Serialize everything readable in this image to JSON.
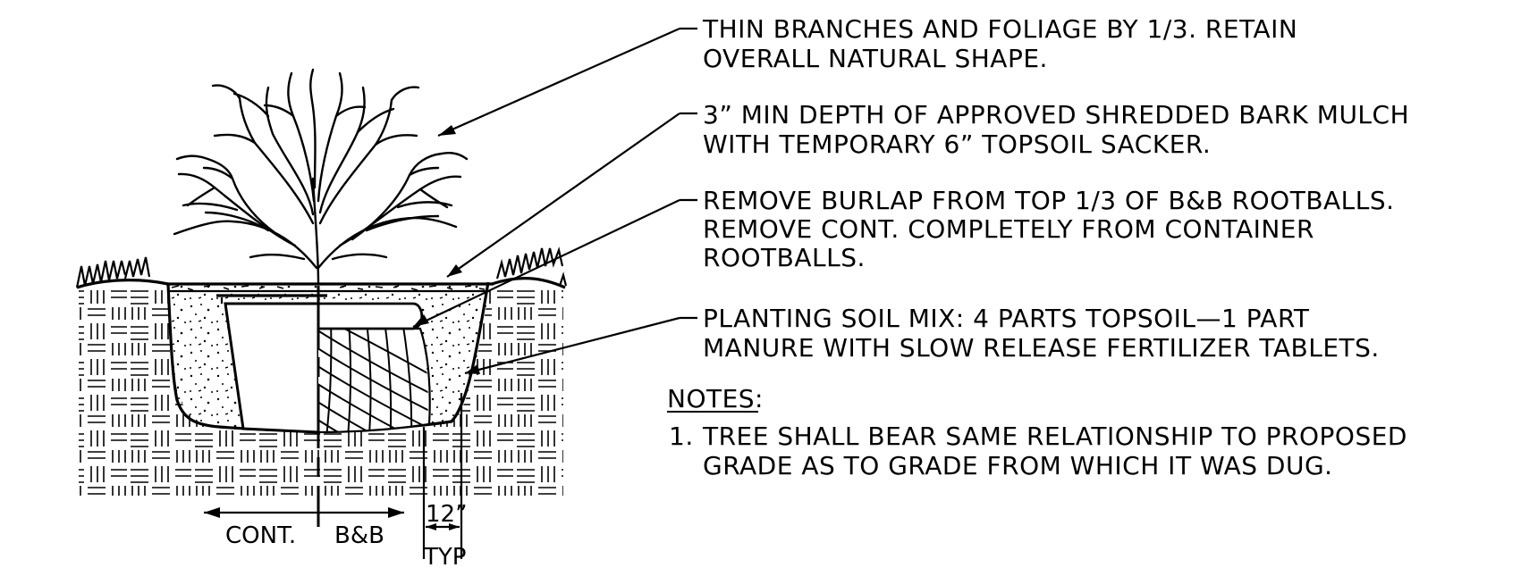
{
  "callouts": [
    {
      "line1": "THIN BRANCHES AND FOLIAGE BY 1/3. RETAIN",
      "line2": "OVERALL NATURAL SHAPE.",
      "line3": ""
    },
    {
      "line1": "3” MIN DEPTH OF APPROVED SHREDDED BARK MULCH",
      "line2": "WITH TEMPORARY 6” TOPSOIL SACKER.",
      "line3": ""
    },
    {
      "line1": "REMOVE BURLAP FROM TOP 1/3 OF B&B ROOTBALLS.",
      "line2": "REMOVE CONT. COMPLETELY FROM CONTAINER",
      "line3": "ROOTBALLS."
    },
    {
      "line1": "PLANTING SOIL MIX: 4 PARTS TOPSOIL—1 PART",
      "line2": "MANURE WITH SLOW RELEASE FERTILIZER TABLETS.",
      "line3": ""
    }
  ],
  "notes": {
    "heading": "NOTES:",
    "items": [
      {
        "number": "1.",
        "line1": "TREE SHALL BEAR SAME RELATIONSHIP TO PROPOSED",
        "line2": "GRADE AS TO GRADE FROM WHICH IT WAS DUG."
      }
    ]
  },
  "dimensions": {
    "cont_label": "CONT.",
    "bb_label": "B&B",
    "spacing_value": "12”",
    "spacing_suffix": "TYP"
  }
}
